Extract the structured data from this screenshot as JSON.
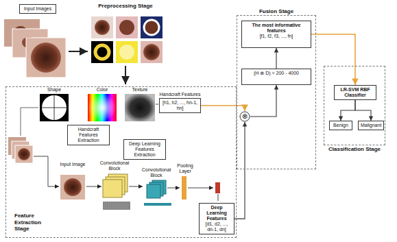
{
  "diagram": {
    "nodes": [
      {
        "text": [
          "Input Images"
        ]
      },
      {
        "text": [
          "Feature Extraction Stage"
        ]
      },
      {
        "text": [
          "Handcraft Features",
          "[h1, h2, ..., hn-1, hn]"
        ],
        "in": 1
      },
      {
        "text": [
          "Handcraft Features Extraction"
        ],
        "in": 1
      },
      {
        "text": [
          "Deep Learning Features Extraction"
        ],
        "in": 1
      },
      {
        "text": [
          "Deep Learning Features",
          "[d1, d2, ..., dn-1, dn]"
        ],
        "in": 1
      },
      {
        "text": [
          "Fusion Stage"
        ]
      },
      {
        "text": [
          "The most informative features",
          "[f1, f2, f3, ..., fn]"
        ],
        "in": 6
      },
      {
        "text": [
          "(H ⊕ D) = 200 - 4000"
        ],
        "in": 6
      },
      {
        "text": [
          "⊗"
        ],
        "in": 6
      },
      {
        "text": [
          "Classification Stage"
        ]
      },
      {
        "text": [
          "LR-SVM RBF Classifier"
        ],
        "in": 10
      },
      {
        "text": [
          "Benign"
        ],
        "in": 10
      },
      {
        "text": [
          "Malignant"
        ],
        "in": 10
      }
    ],
    "edges": [
      {
        "from": 2,
        "to": 9,
        "arrow": "to"
      },
      {
        "from": 5,
        "to": 9,
        "arrow": "to"
      },
      {
        "from": 9,
        "to": 8,
        "arrow": "to"
      },
      {
        "from": 8,
        "to": 7,
        "arrow": "to"
      },
      {
        "from": 7,
        "to": 11,
        "arrow": "to"
      },
      {
        "from": 11,
        "to": 12,
        "arrow": "to"
      },
      {
        "from": 11,
        "to": 13,
        "arrow": "to"
      }
    ],
    "labels": [
      "Preprocessing Stage",
      "Shape",
      "Color",
      "Texture",
      "Input Image",
      "Convolutional Block",
      "Convolutional Block",
      "Pooling Layer"
    ]
  }
}
